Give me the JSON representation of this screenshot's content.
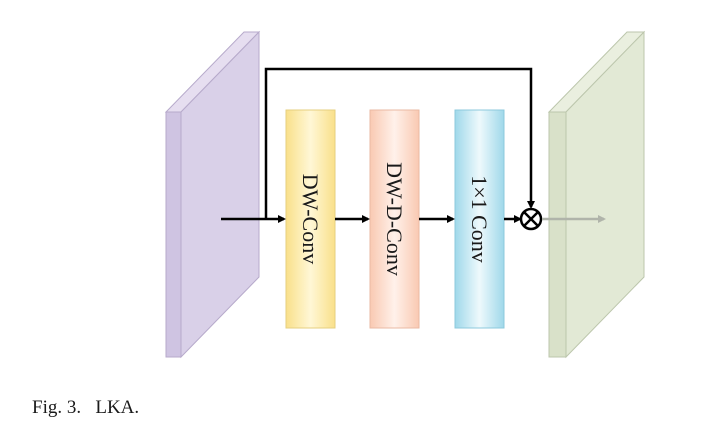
{
  "diagram": {
    "blocks": [
      {
        "label": "DW-Conv"
      },
      {
        "label": "DW-D-Conv"
      },
      {
        "label": "1×1 Conv"
      }
    ],
    "operator": "⊗",
    "colors": {
      "input_map": "#d9d0e8",
      "output_map": "#e2e9d5",
      "dw_conv": "#fce7a6",
      "dw_d_conv": "#fbd8c8",
      "conv_1x1": "#bfe6f1",
      "arrow": "#000000",
      "faded_arrow": "#b0b4aa"
    }
  },
  "caption": "Fig. 3.   LKA."
}
